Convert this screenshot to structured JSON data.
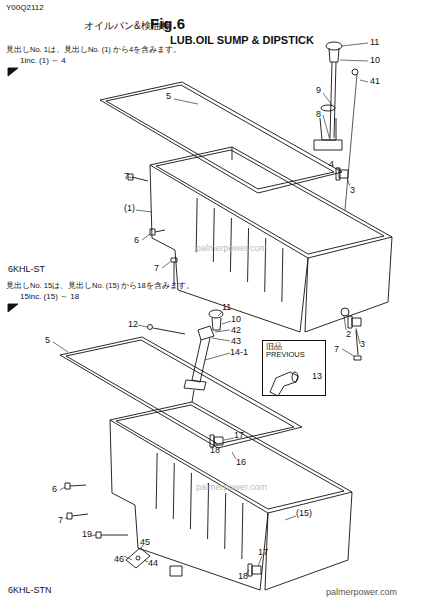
{
  "diagram": {
    "title": "LUB.OIL SUMP & DIPSTICK",
    "nodes": [
      {
        "text": [
          "旧品",
          "PREVIOUS",
          "13"
        ]
      }
    ],
    "labels": [
      "Y00Q2112",
      "オイルパン&検油棒",
      "Fig.6",
      "見出しNo. 1は、見出しNo. (1) から4を含みます。",
      "1inc. (1) ～ 4",
      "6KHL-ST",
      "見出しNo. 15は、見出しNo. (15) から18を含みます。",
      "15inc. (15) ～ 18",
      "6KHL-STN",
      "11",
      "10",
      "41",
      "9",
      "8",
      "5",
      "4",
      "3",
      "7",
      "(1)",
      "6",
      "7",
      "2",
      "3",
      "7",
      "12",
      "11",
      "10",
      "42",
      "43",
      "14-1",
      "5",
      "17",
      "18",
      "16",
      "(15)",
      "7",
      "6",
      "19",
      "46",
      "45",
      "44",
      "17",
      "18",
      "palmerpower.com",
      "palmerpower.com",
      "palmerpower.com"
    ]
  }
}
